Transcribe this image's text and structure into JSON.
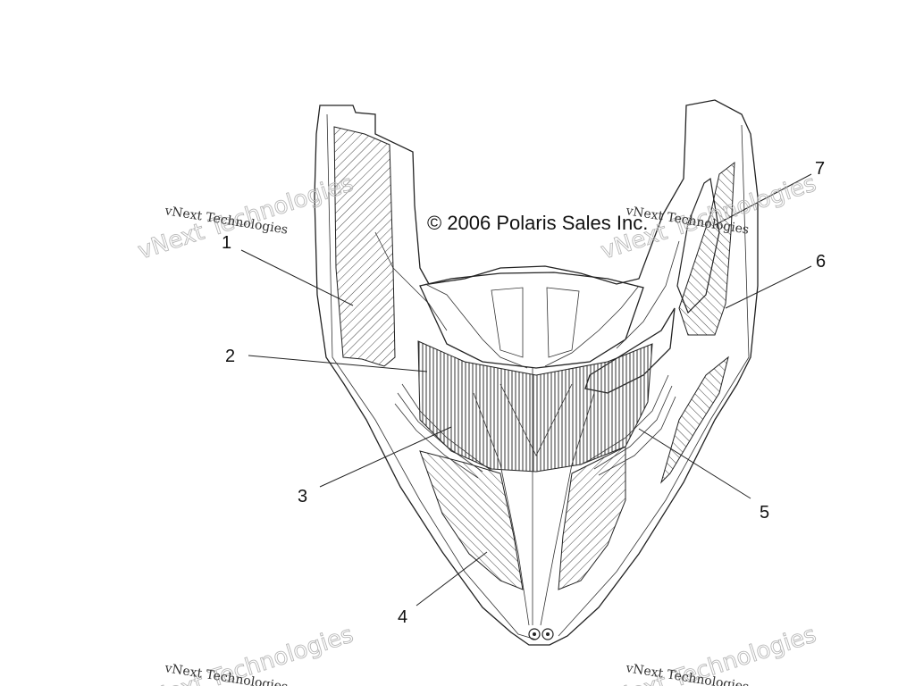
{
  "copyright": "© 2006 Polaris Sales Inc.",
  "watermark": {
    "big": "vNext Technologies",
    "small": "vNext Technologies"
  },
  "callouts": [
    "1",
    "2",
    "3",
    "4",
    "5",
    "6",
    "7"
  ]
}
